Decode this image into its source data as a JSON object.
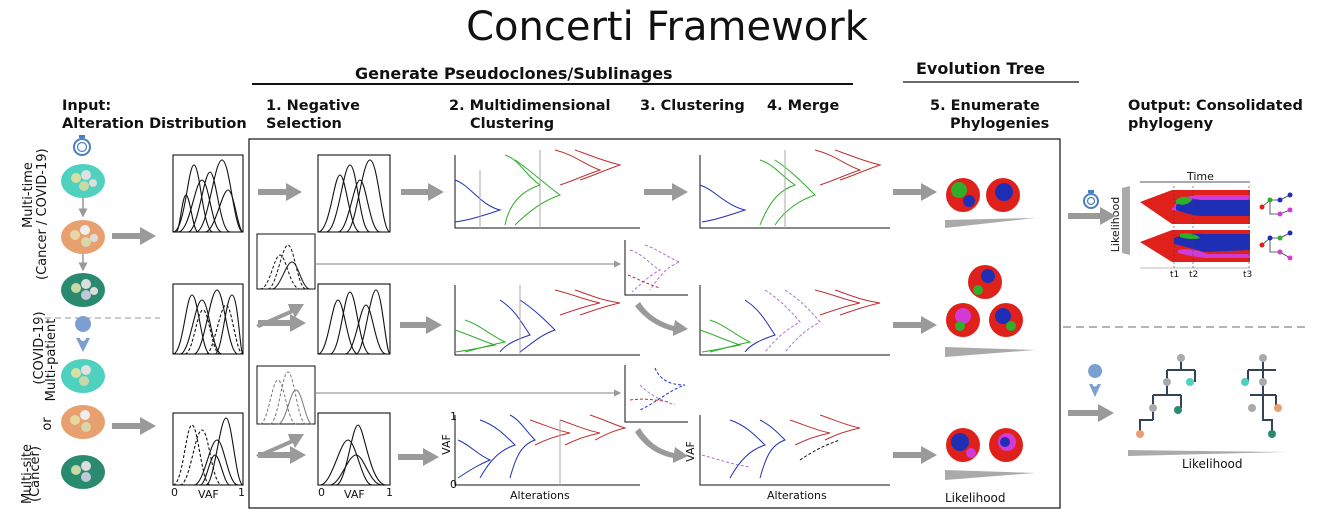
{
  "title": "Concerti Framework",
  "headers": {
    "generate": "Generate Pseudoclones/Sublinages",
    "evolution": "Evolution Tree"
  },
  "input": {
    "line1": "Input:",
    "line2": "Alteration Distribution"
  },
  "output": {
    "line1": "Output: Consolidated",
    "line2": "phylogeny"
  },
  "steps": {
    "s1": {
      "line1": "1. Negative",
      "line2": "Selection"
    },
    "s2": {
      "line1": "2. Multidimensional",
      "line2": "Clustering"
    },
    "s3": "3. Clustering",
    "s4": "4. Merge",
    "s5": {
      "line1": "5. Enumerate",
      "line2": "Phylogenies"
    }
  },
  "side_labels": {
    "multitime": {
      "line1": "Multi-time",
      "line2": "(Cancer / COVID-19)"
    },
    "multipatient": {
      "line1": "Multi-patient",
      "line2": "(COVID-19)"
    },
    "or": "or",
    "multisite": {
      "line1": "Multi-site",
      "line2": "(Cancer)"
    }
  },
  "axis": {
    "vaf": "VAF",
    "alterations": "Alterations",
    "zero": "0",
    "one": "1",
    "likelihood": "Likelihood"
  },
  "output_panel": {
    "time": "Time",
    "likelihood": "Likelihood",
    "t1": "t1",
    "t2": "t2",
    "t3": "t3"
  },
  "colors": {
    "red": "#e0201b",
    "green": "#2fae2a",
    "blue": "#1f2fb5",
    "magenta": "#d23ad6",
    "gray_arrow": "#9a9a9a",
    "teal_cell": "#4fd1c0",
    "orange_cell": "#e8a070",
    "dark_teal_cell": "#2a8a70",
    "pin_blue": "#7a9fd0"
  },
  "icons": [
    "stopwatch-icon",
    "location-pin-icon"
  ]
}
